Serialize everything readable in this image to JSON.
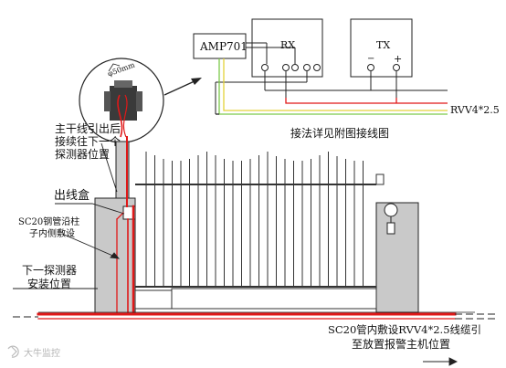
{
  "devices": {
    "amp": "AMP701",
    "rx": "RX",
    "tx": "TX",
    "tx_minus": "−",
    "tx_plus": "+"
  },
  "cable_spec": "RVV4*2.5",
  "wiring_note": "接法详见附图接线图",
  "pipe_size": "φ50mm",
  "labels": {
    "main_line_1": "主干线引出后",
    "main_line_2": "接续往下一个",
    "main_line_3": "探测器位置",
    "outlet_box": "出线盒",
    "steel_pipe_1": "SC20钢管沿柱",
    "steel_pipe_2": "子内侧敷设",
    "next_detector_1": "下一探测器",
    "next_detector_2": "安装位置",
    "bottom_1": "SC20管内敷设RVV4*2.5线缆引",
    "bottom_2": "至放置报警主机位置"
  },
  "watermark": "大牛监控",
  "colors": {
    "cable_red": "#e01818",
    "cable_yellow": "#e3d23a",
    "cable_green": "#7cc94a",
    "pillar_fill": "#c9c9c9",
    "gate_line": "#333333"
  }
}
